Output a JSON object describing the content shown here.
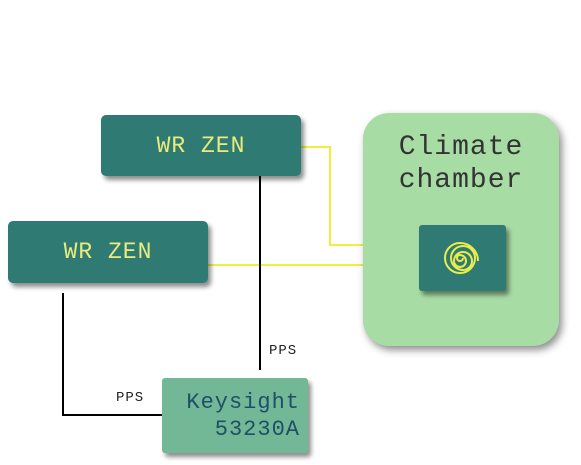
{
  "diagram": {
    "wr_zen_top": {
      "label": "WR ZEN"
    },
    "wr_zen_left": {
      "label": "WR ZEN"
    },
    "climate_chamber": {
      "label": "Climate\nchamber"
    },
    "sensor": {
      "icon": "spiral-icon"
    },
    "counter": {
      "label": "Keysight\n53230A"
    },
    "pps_right": "PPS",
    "pps_left": "PPS"
  },
  "colors": {
    "wr_box": "#2f7b73",
    "wr_text": "#e9ec7d",
    "chamber_bg": "#a8dca5",
    "counter_bg": "#73b896",
    "counter_text": "#1d4f66",
    "fiber_line": "#f0f03c",
    "pps_line": "#000000"
  }
}
